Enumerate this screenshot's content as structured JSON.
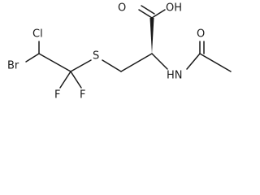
{
  "structure": {
    "atoms": {
      "cl": "Cl",
      "br": "Br",
      "f1": "F",
      "f2": "F",
      "s": "S",
      "o_carbonyl_acid": "O",
      "oh": "OH",
      "nh": "HN",
      "o_carbonyl_amide": "O"
    }
  }
}
